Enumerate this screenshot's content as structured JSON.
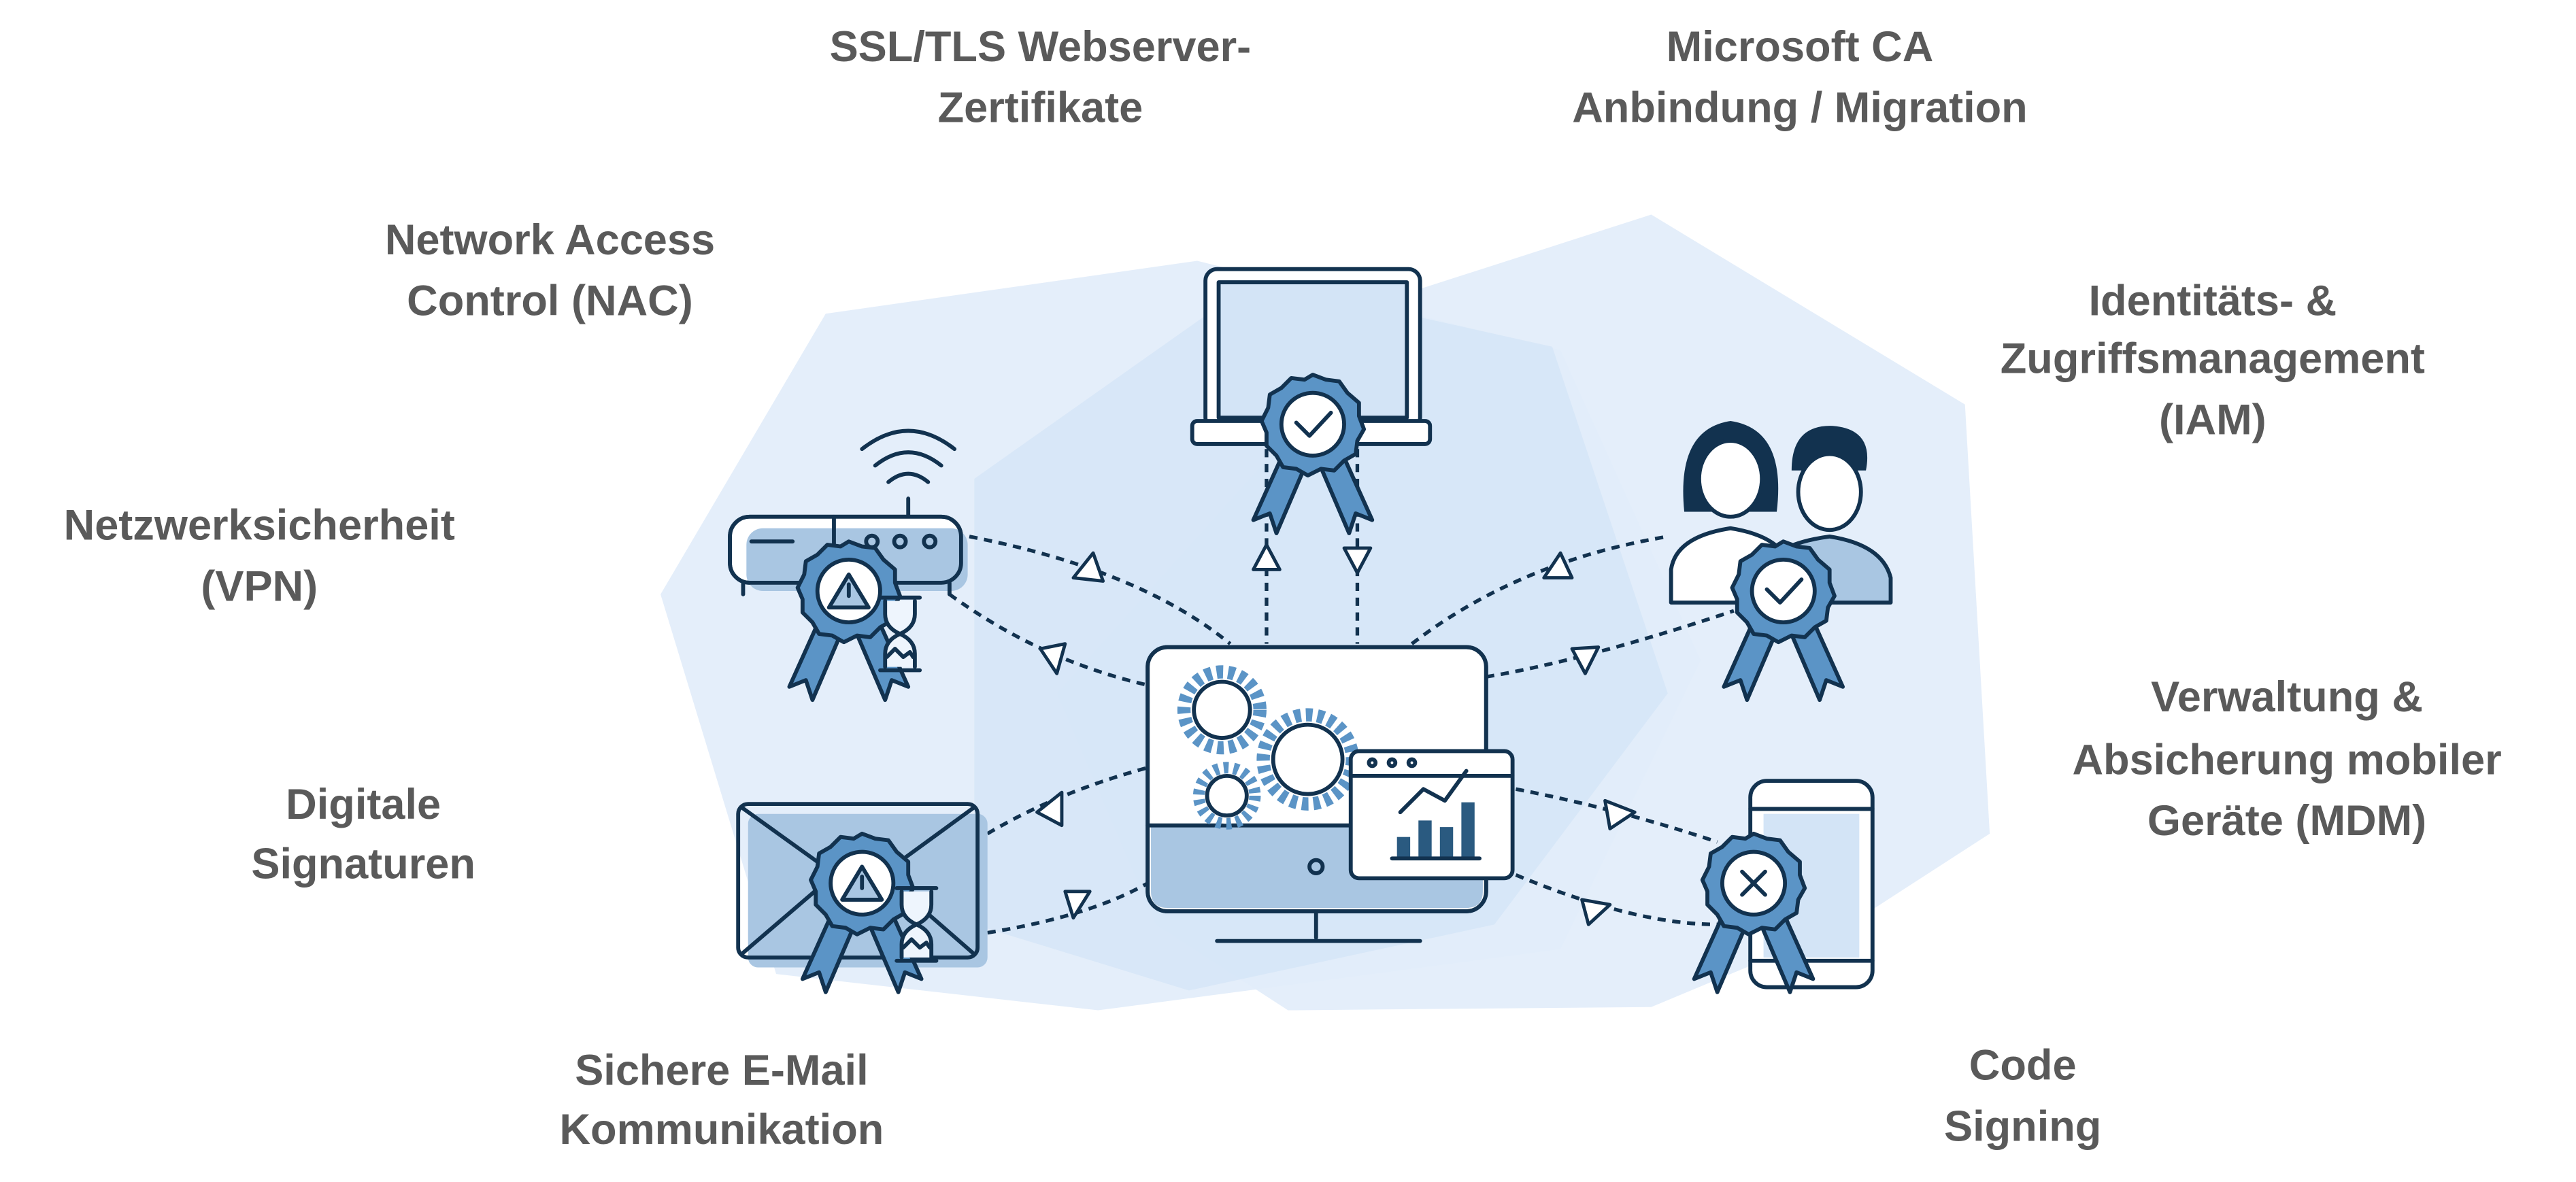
{
  "labels": {
    "ssl": [
      "SSL/TLS Webserver-",
      "Zertifikate"
    ],
    "msca": [
      "Microsoft CA",
      "Anbindung / Migration"
    ],
    "nac": [
      "Network Access",
      "Control (NAC)"
    ],
    "iam": [
      "Identitäts- &",
      "Zugriffsmanagement",
      "(IAM)"
    ],
    "vpn": [
      "Netzwerksicherheit",
      "(VPN)"
    ],
    "mdm": [
      "Verwaltung &",
      "Absicherung mobiler",
      "Geräte (MDM)"
    ],
    "sig": [
      "Digitale",
      "Signaturen"
    ],
    "mail": [
      "Sichere E-Mail",
      "Kommunikation"
    ],
    "code": [
      "Code",
      "Signing"
    ]
  },
  "colors": {
    "text": "#5a5a5a",
    "outline": "#12324f",
    "ribbon": "#5b94c6",
    "fill_mid": "#a9c6e2",
    "fill_light": "#d3e4f6",
    "background_shape": "#e4eefa"
  },
  "icons": {
    "center": "monitor-gears-chart-icon",
    "router": "wifi-router-icon",
    "laptop": "laptop-icon",
    "users": "users-icon",
    "envelope": "envelope-icon",
    "phone": "smartphone-icon",
    "badge_valid": "certificate-check-icon",
    "badge_warning": "certificate-warning-icon",
    "badge_revoked": "certificate-revoked-icon",
    "hourglass": "hourglass-icon"
  }
}
